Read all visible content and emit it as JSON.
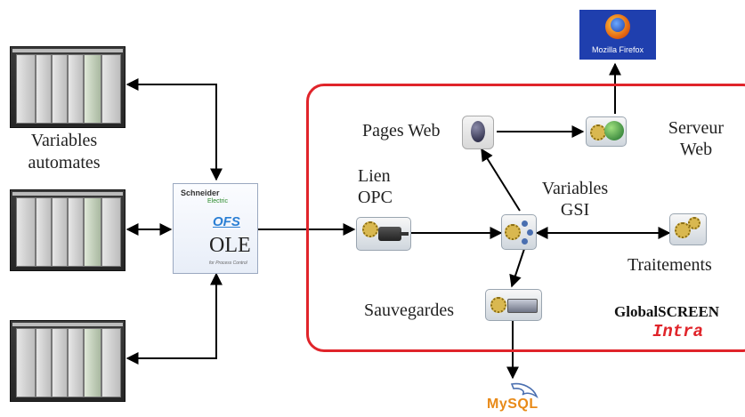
{
  "labels": {
    "variables_automates": "Variables\nautomates",
    "pages_web": "Pages Web",
    "serveur_web": "Serveur\nWeb",
    "lien_opc": "Lien\nOPC",
    "variables_gsi": "Variables\nGSI",
    "traitements": "Traitements",
    "sauvegardes": "Sauvegardes",
    "globalscreen": "GlobalSCREEN",
    "intra": "Intra"
  },
  "ofs_box": {
    "schneider": "Schneider",
    "electric": "Electric",
    "ofs": "OFS",
    "ole": "OLE",
    "small_text": "for Process Control"
  },
  "firefox_label": "Mozilla Firefox",
  "mysql_label": "MySQL",
  "colors": {
    "frame": "#e0242a",
    "arrow": "#000000",
    "intra": "#e0242a",
    "ofs_blue": "#2a7fd4"
  },
  "icons": [
    "plc-icon",
    "ofs-ole-icon",
    "opc-icon",
    "gsi-icon",
    "globe-icon",
    "traitements-icon",
    "sauvegardes-icon",
    "firefox-icon",
    "mysql-icon"
  ]
}
